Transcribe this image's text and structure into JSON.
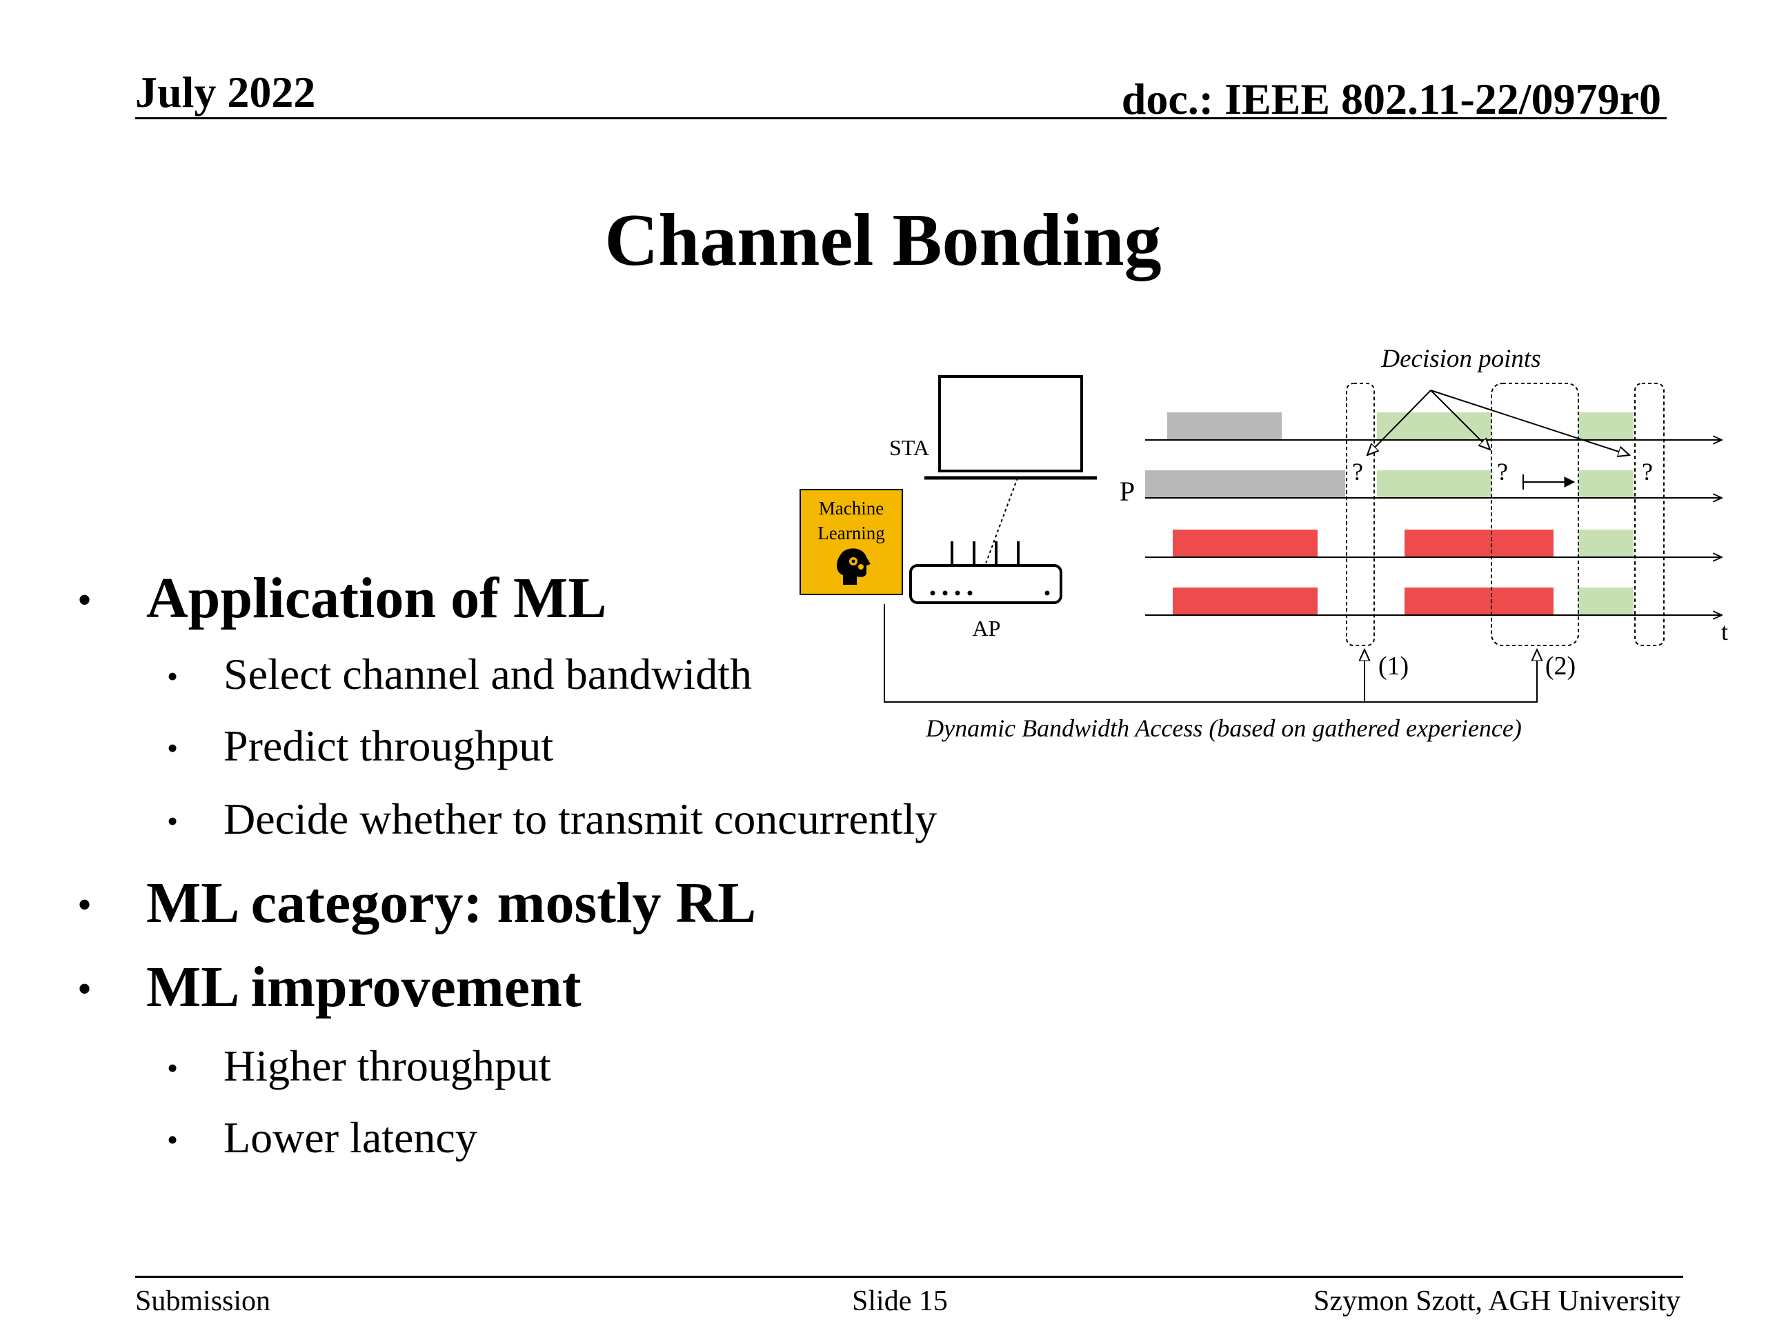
{
  "header": {
    "date": "July 2022",
    "doc_id": "doc.: IEEE 802.11-22/0979r0"
  },
  "title": "Channel Bonding",
  "bullets": [
    {
      "text": "Application of ML",
      "sub": [
        "Select channel and bandwidth",
        "Predict throughput",
        "Decide whether to transmit concurrently"
      ]
    },
    {
      "text": "ML category: mostly RL",
      "sub": []
    },
    {
      "text": "ML improvement",
      "sub": [
        "Higher throughput",
        "Lower latency"
      ]
    }
  ],
  "figure": {
    "decision_points_label": "Decision points",
    "sta_label": "STA",
    "ap_label": "AP",
    "primary_label": "P",
    "ml_box_label_line1": "Machine",
    "ml_box_label_line2": "Learning",
    "question_mark": "?",
    "time_label": "t",
    "marker1": "(1)",
    "marker2": "(2)",
    "caption": "Dynamic Bandwidth Access (based on gathered experience)",
    "colors": {
      "ml_box": "#F5B800",
      "busy_gray": "#B8B8B8",
      "busy_red": "#EE4C4C",
      "tx_green": "#C6E0B4"
    }
  },
  "footer": {
    "left": "Submission",
    "center": "Slide 15",
    "right": "Szymon Szott, AGH University"
  }
}
